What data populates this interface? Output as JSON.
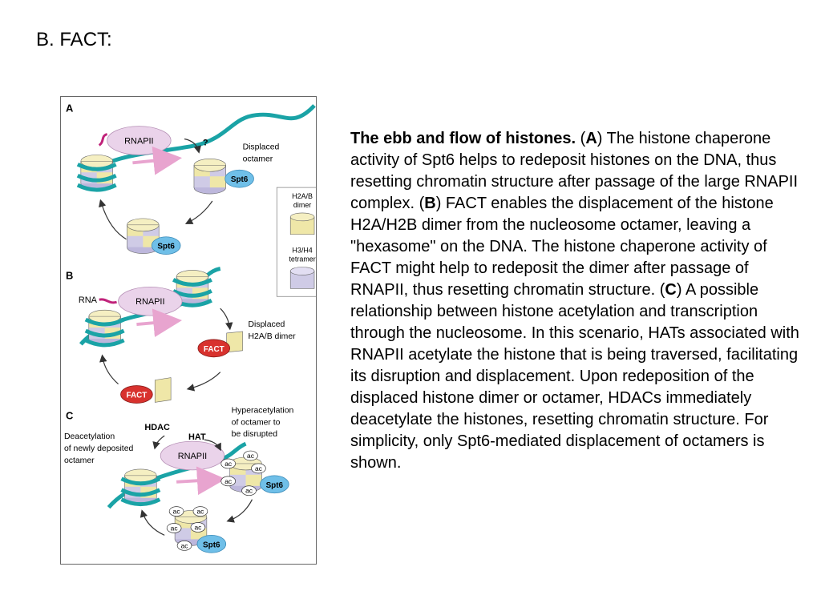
{
  "slide": {
    "title": "B. FACT:"
  },
  "figure": {
    "panels": {
      "a": {
        "label": "A",
        "rnapii": "RNAPII",
        "question": "?",
        "displaced_octamer": [
          "Displaced",
          "octamer"
        ],
        "spt6_top": "Spt6",
        "spt6_bottom": "Spt6"
      },
      "b": {
        "label": "B",
        "rna": "RNA",
        "rnapii": "RNAPII",
        "displaced_dimer": [
          "Displaced",
          "H2A/B dimer"
        ],
        "fact_top": "FACT",
        "fact_bottom": "FACT"
      },
      "c": {
        "label": "C",
        "hdac": "HDAC",
        "hat": "HAT",
        "deacetylation": [
          "Deacetylation",
          "of newly deposited",
          "octamer"
        ],
        "hyperacetylation": [
          "Hyperacetylation",
          "of octamer to",
          "be disrupted"
        ],
        "rnapii": "RNAPII",
        "spt6_right": "Spt6",
        "spt6_bottom": "Spt6",
        "ac": "ac"
      }
    },
    "legend": {
      "dimer": [
        "H2A/B",
        "dimer"
      ],
      "tetramer": [
        "H3/H4",
        "tetramer"
      ]
    },
    "colors": {
      "dna": "#1aa3a6",
      "rnapii": "#ead3ea",
      "spt6": "#6fbfe8",
      "fact": "#d8322e",
      "dimer": "#efe7a8",
      "tetramer": "#cfcbe6",
      "arrow": "#e8a4cf"
    }
  },
  "caption": {
    "title": "The ebb and flow of histones.",
    "a_letter": "A",
    "a_text": ") The histone chaperone activity of Spt6 helps to redeposit histones on the DNA, thus resetting chromatin structure after passage of the large RNAPII complex. (",
    "b_letter": "B",
    "b_text": ") FACT enables the displacement of the histone H2A/H2B dimer from the nucleosome octamer, leaving a \"hexasome\" on the DNA. The histone chaperone activity of FACT might help to redeposit the dimer after passage of RNAPII, thus resetting chromatin structure. (",
    "c_letter": "C",
    "c_text": ") A possible relationship between histone acetylation and transcription through the nucleosome. In this scenario, HATs associated with RNAPII acetylate the histone that is being traversed, facilitating its disruption and displacement. Upon redeposition of the displaced histone dimer or octamer, HDACs immediately deacetylate the histones, resetting chromatin structure. For simplicity, only Spt6-mediated displacement of octamers is shown."
  }
}
